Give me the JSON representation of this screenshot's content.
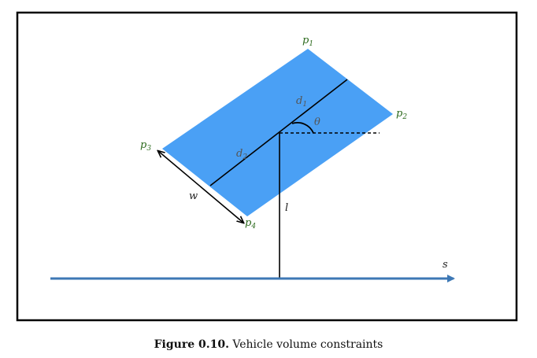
{
  "diagram": {
    "labels": {
      "p1": "p",
      "p1_sub": "1",
      "p2": "p",
      "p2_sub": "2",
      "p3": "p",
      "p3_sub": "3",
      "p4": "p",
      "p4_sub": "4",
      "d1": "d",
      "d1_sub": "1",
      "d2": "d",
      "d2_sub": "2",
      "theta": "θ",
      "w": "w",
      "l": "l",
      "s": "s"
    },
    "colors": {
      "vehicle_fill": "#4aa0f5",
      "axis": "#3d78b5",
      "corner_label": "#2e6b1f",
      "frame": "#000000"
    }
  },
  "caption": {
    "prefix": "Figure 0.10.",
    "text": "Vehicle volume constraints"
  }
}
